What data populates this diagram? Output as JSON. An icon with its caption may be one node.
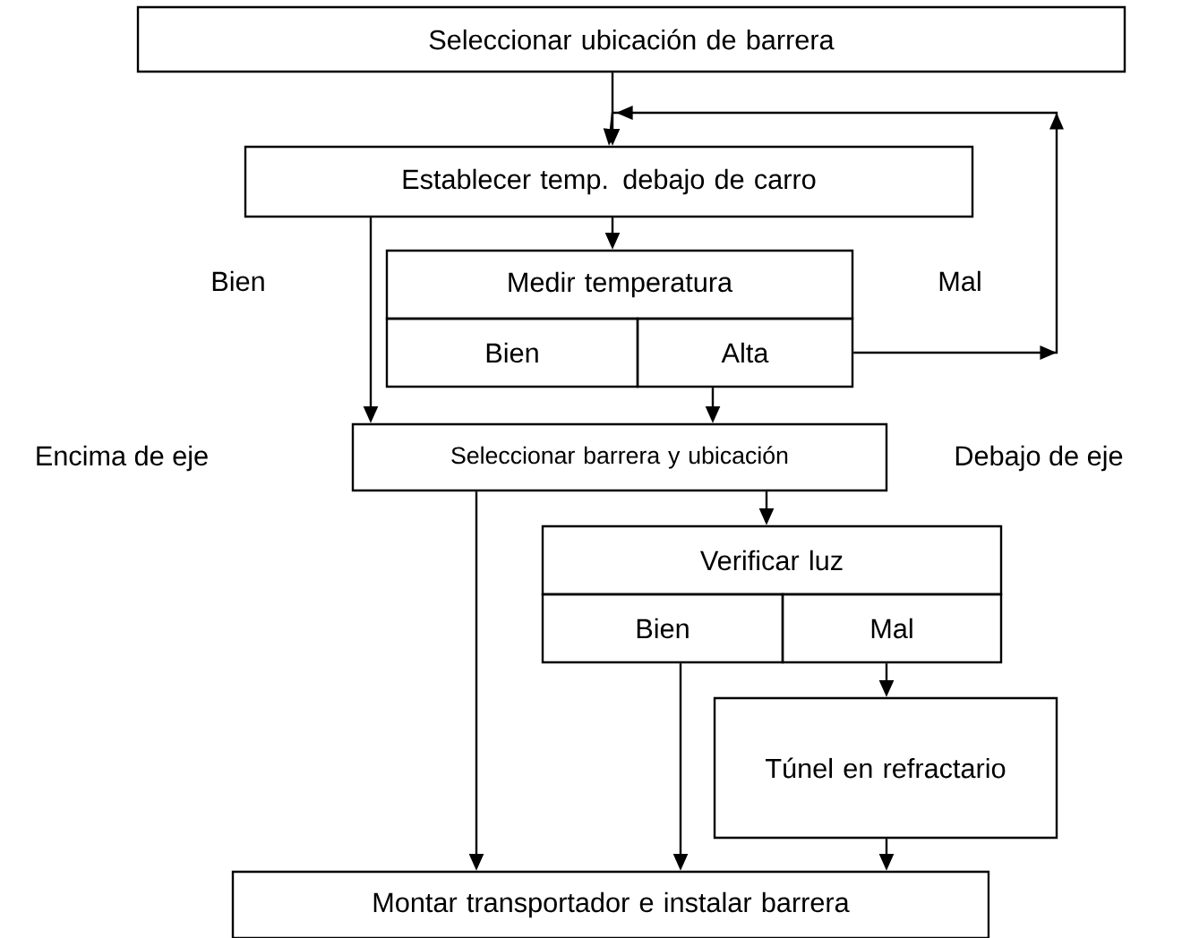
{
  "diagram": {
    "nodes": [
      {
        "text": [
          "Seleccionar ubicación de barrera"
        ]
      },
      {
        "text": [
          "Establecer temp. debajo de carro"
        ]
      },
      {
        "text": [
          "Medir temperatura"
        ]
      },
      {
        "text": [
          "Bien"
        ]
      },
      {
        "text": [
          "Alta"
        ]
      },
      {
        "text": [
          "Seleccionar barrera y ubicación"
        ]
      },
      {
        "text": [
          "Verificar luz"
        ]
      },
      {
        "text": [
          "Bien"
        ]
      },
      {
        "text": [
          "Mal"
        ]
      },
      {
        "text": [
          "Túnel en refractario"
        ]
      },
      {
        "text": [
          "Montar transportador e instalar barrera"
        ]
      }
    ],
    "edges": [
      {
        "from": 0,
        "to": 1,
        "arrow": "to"
      },
      {
        "from": 4,
        "to": 1,
        "arrow": "to",
        "label": "Mal"
      },
      {
        "from": 1,
        "to": 2,
        "arrow": "to"
      },
      {
        "from": 1,
        "to": 5,
        "arrow": "to",
        "label": "Bien"
      },
      {
        "from": 4,
        "to": 5,
        "arrow": "to"
      },
      {
        "from": 5,
        "to": 10,
        "arrow": "to"
      },
      {
        "from": 5,
        "to": 6,
        "arrow": "to"
      },
      {
        "from": 7,
        "to": 10,
        "arrow": "to"
      },
      {
        "from": 8,
        "to": 9,
        "arrow": "to"
      },
      {
        "from": 9,
        "to": 10,
        "arrow": "to"
      }
    ],
    "labels": [
      "Encima de eje",
      "Debajo de eje"
    ]
  }
}
